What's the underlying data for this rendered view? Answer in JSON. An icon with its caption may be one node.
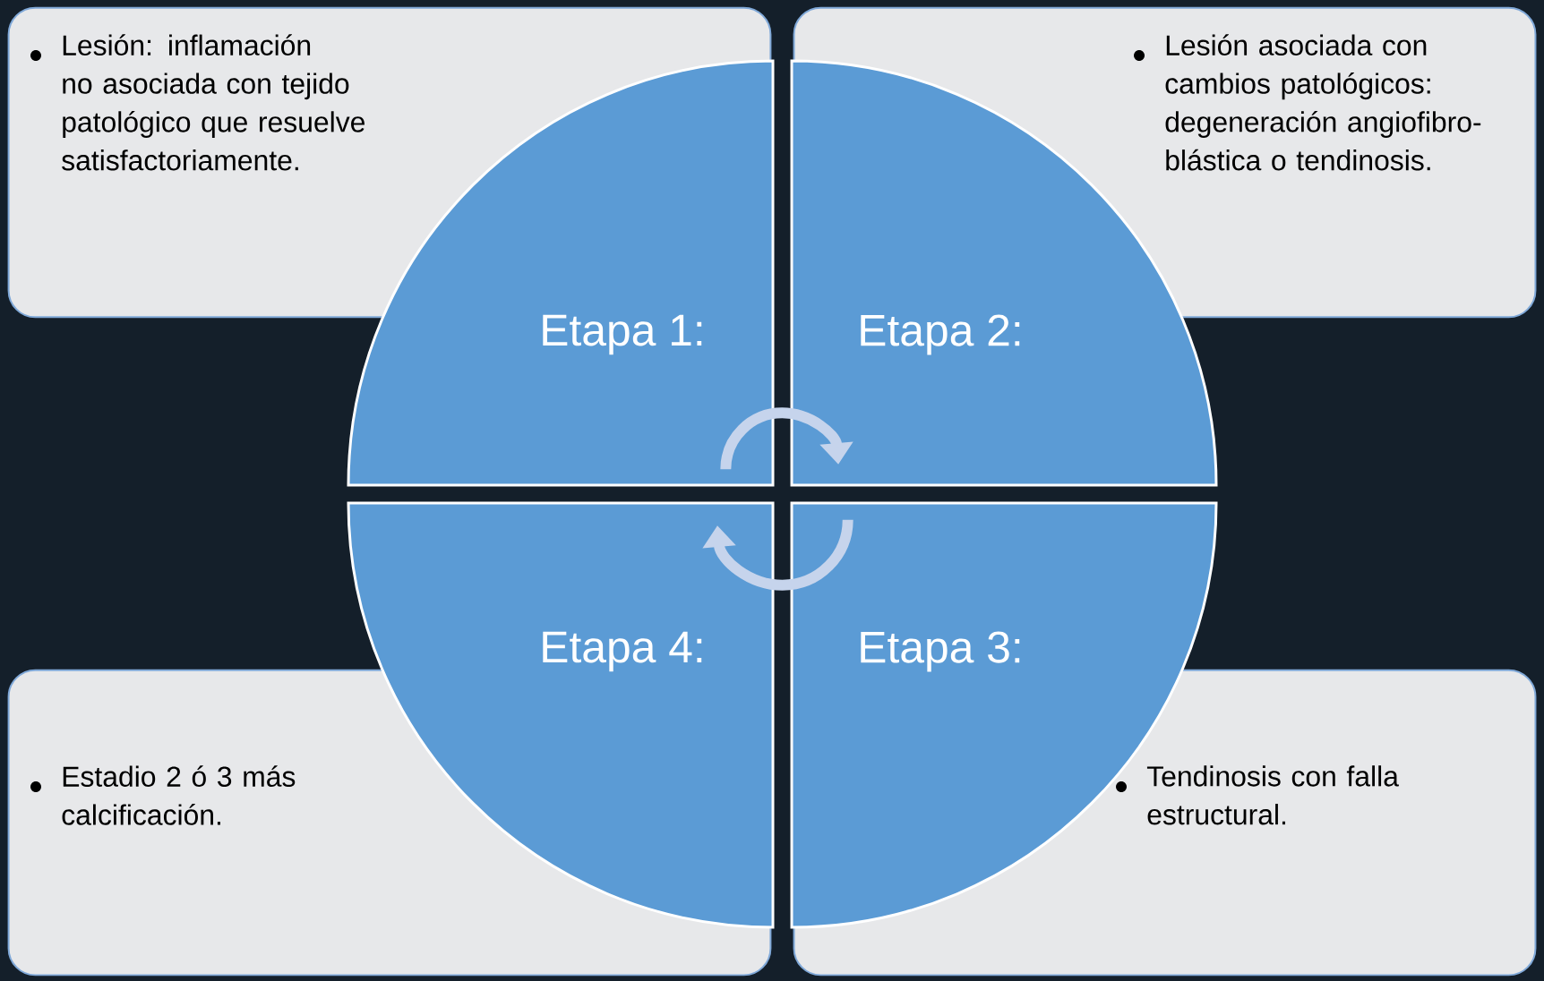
{
  "diagram": {
    "nodes": [
      {
        "text": [
          "Lesión: inflamación no asociada con tejido patológico que resuelve satisfactoriamente."
        ]
      },
      {
        "text": [
          "Lesión asociada con cambios patológicos: degeneración angiofibro-blástica o tendinosis."
        ]
      },
      {
        "text": [
          "Etapa 1:"
        ]
      },
      {
        "text": [
          "Etapa 2:"
        ]
      },
      {
        "text": [
          "Etapa 4:"
        ]
      },
      {
        "text": [
          "Etapa 3:"
        ]
      },
      {
        "text": [
          "Estadio 2 ó 3 más calcificación."
        ]
      },
      {
        "text": [
          "Tendinosis con falla estructural."
        ]
      }
    ],
    "edges": [
      {
        "from": 2,
        "to": 3,
        "arrow": "to"
      },
      {
        "from": 5,
        "to": 4,
        "arrow": "to"
      }
    ]
  }
}
